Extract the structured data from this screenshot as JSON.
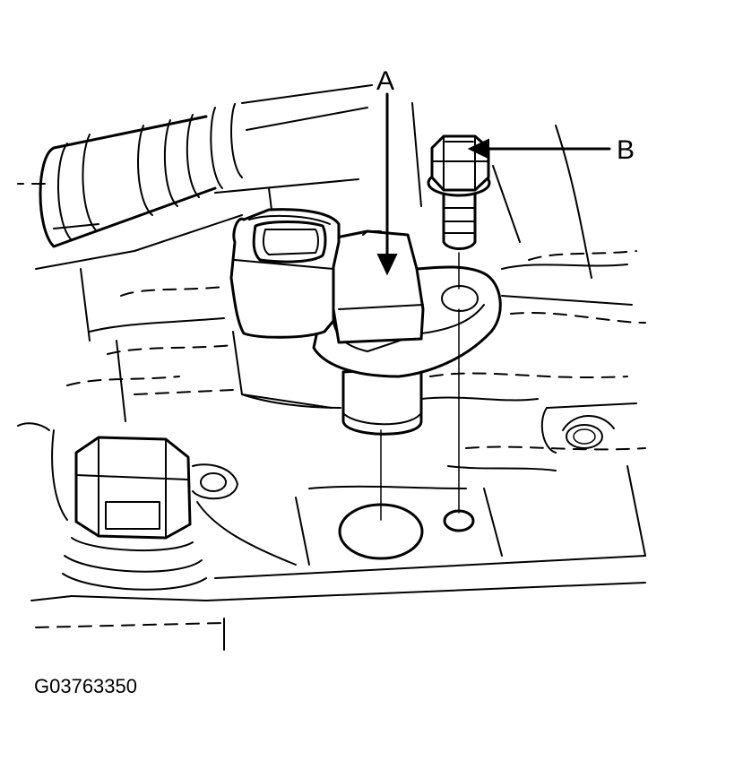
{
  "labels": {
    "a": "A",
    "b": "B"
  },
  "figure_code": "G03763350"
}
